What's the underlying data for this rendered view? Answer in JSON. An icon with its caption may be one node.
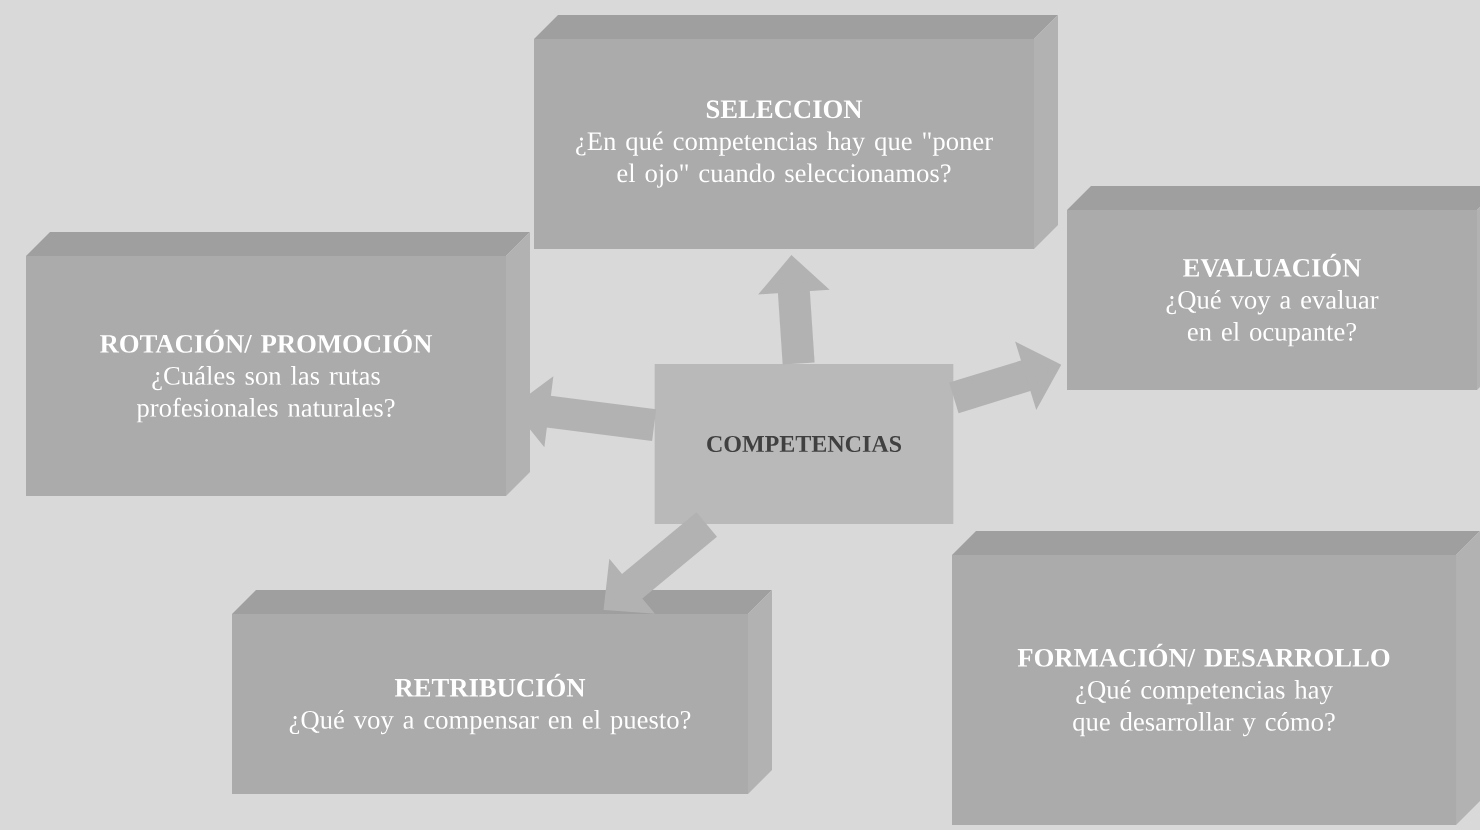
{
  "diagram": {
    "nodes": [
      {
        "text": [
          "COMPETENCIAS"
        ]
      },
      {
        "text": [
          "SELECCION",
          "¿En qué competencias hay que \"poner el ojo\" cuando seleccionamos?"
        ]
      },
      {
        "text": [
          "EVALUACIÓN",
          "¿Qué voy a evaluar en el ocupante?"
        ]
      },
      {
        "text": [
          "ROTACIÓN/ PROMOCIÓN",
          "¿Cuáles son las rutas profesionales naturales?"
        ]
      },
      {
        "text": [
          "RETRIBUCIÓN",
          "¿Qué voy a compensar en el puesto?"
        ]
      },
      {
        "text": [
          "FORMACIÓN/ DESARROLLO",
          "¿Qué competencias hay que desarrollar y cómo?"
        ]
      }
    ],
    "edges": [
      {
        "from": 0,
        "to": 1,
        "arrow": "to"
      },
      {
        "from": 0,
        "to": 2,
        "arrow": "to"
      },
      {
        "from": 0,
        "to": 3,
        "arrow": "to"
      },
      {
        "from": 0,
        "to": 4,
        "arrow": "to"
      }
    ]
  }
}
